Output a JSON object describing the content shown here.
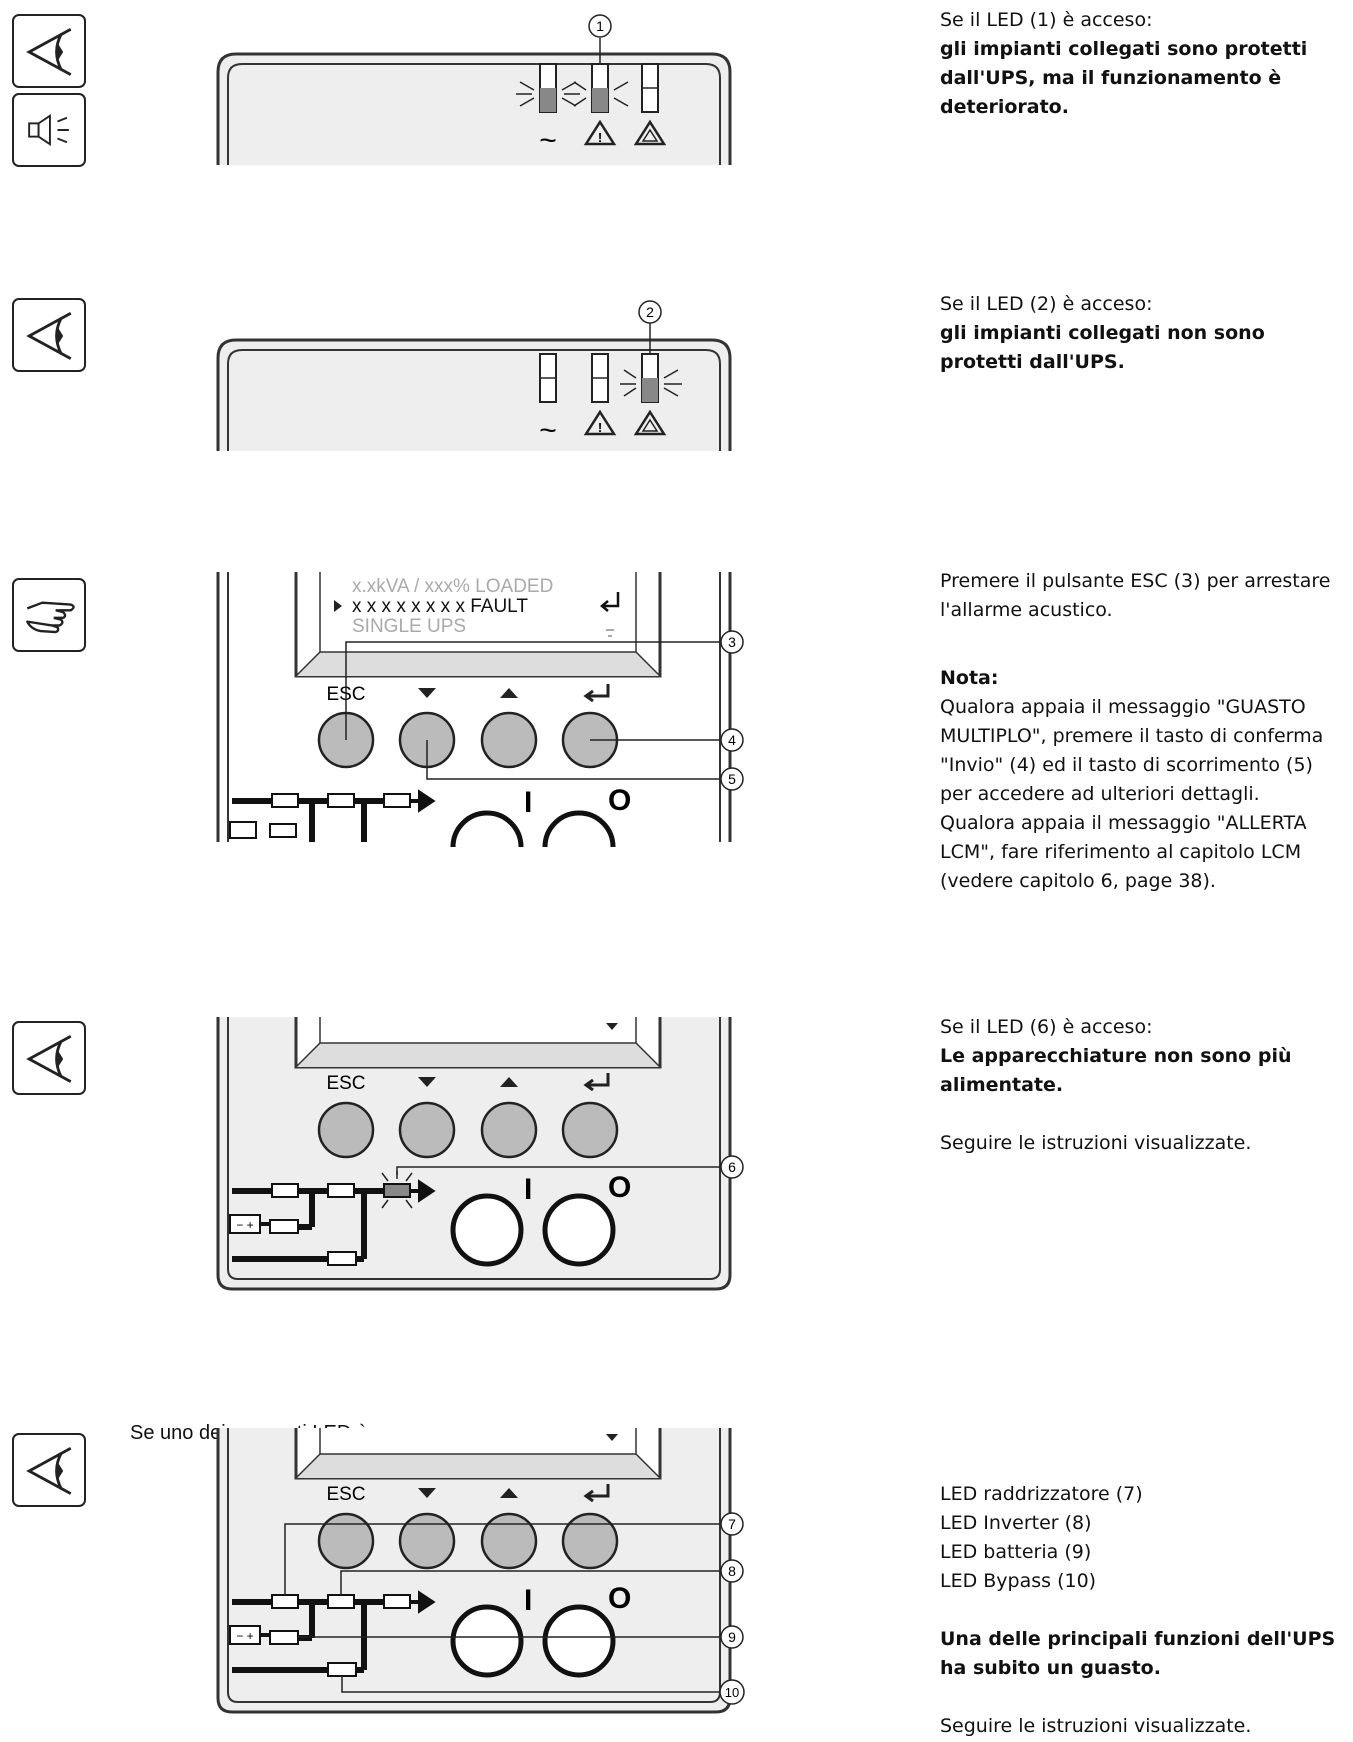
{
  "sections": [
    {
      "icons": [
        "eye-icon",
        "speaker-icon"
      ],
      "callouts": [
        "1"
      ],
      "lines": [
        {
          "text": "Se il LED (1) è acceso:",
          "bold": false
        },
        {
          "text": "gli impianti collegati sono protetti dall'UPS, ma il funzionamento è deteriorato.",
          "bold": true
        }
      ]
    },
    {
      "icons": [
        "eye-icon"
      ],
      "callouts": [
        "2"
      ],
      "lines": [
        {
          "text": "Se il LED (2) è acceso:",
          "bold": false
        },
        {
          "text": "gli impianti collegati non sono protetti dall'UPS.",
          "bold": true
        }
      ]
    },
    {
      "icons": [
        "pointing-hand-icon"
      ],
      "callouts": [
        "3",
        "4",
        "5"
      ],
      "display": {
        "line1": "x.xkVA / xxx% LOADED",
        "line2": "x x x x x x x x  FAULT",
        "line3": "SINGLE UPS"
      },
      "lines": [
        {
          "text": "Premere il pulsante ESC (3) per arrestare l'allarme acustico.",
          "bold": false
        },
        {
          "text": "",
          "bold": false
        },
        {
          "text": "Nota:",
          "bold": true
        },
        {
          "text": "Qualora appaia il messaggio \"GUASTO MULTIPLO\", premere il tasto di conferma \"Invio\" (4) ed il tasto di scorrimento (5) per accedere ad ulteriori dettagli.",
          "bold": false
        },
        {
          "text": "Qualora appaia il messaggio \"ALLERTA LCM\", fare riferimento al capitolo LCM (vedere capitolo 6, page 38).",
          "bold": false
        }
      ]
    },
    {
      "icons": [
        "eye-icon"
      ],
      "callouts": [
        "6"
      ],
      "lines": [
        {
          "text": "Se il LED (6) è acceso:",
          "bold": false
        },
        {
          "text": "Le apparecchiature non sono più alimentate.",
          "bold": true
        },
        {
          "text": "",
          "bold": false
        },
        {
          "text": "Seguire le istruzioni visualizzate.",
          "bold": false
        }
      ]
    },
    {
      "icons": [
        "eye-icon"
      ],
      "callouts": [
        "7",
        "8",
        "9",
        "10"
      ],
      "caption": "Se uno dei seguenti LED è acceso",
      "lines": [
        {
          "text": "LED raddrizzatore (7)",
          "bold": false
        },
        {
          "text": "LED Inverter (8)",
          "bold": false
        },
        {
          "text": "LED batteria (9)",
          "bold": false
        },
        {
          "text": "LED Bypass (10)",
          "bold": false
        },
        {
          "text": "",
          "bold": false
        },
        {
          "text": "Una delle principali funzioni dell'UPS ha subito un guasto.",
          "bold": true
        },
        {
          "text": "",
          "bold": false
        },
        {
          "text": "Seguire le istruzioni visualizzate.",
          "bold": false
        }
      ]
    }
  ],
  "panel": {
    "esc_label": "ESC",
    "on_label": "I",
    "off_label": "O"
  }
}
